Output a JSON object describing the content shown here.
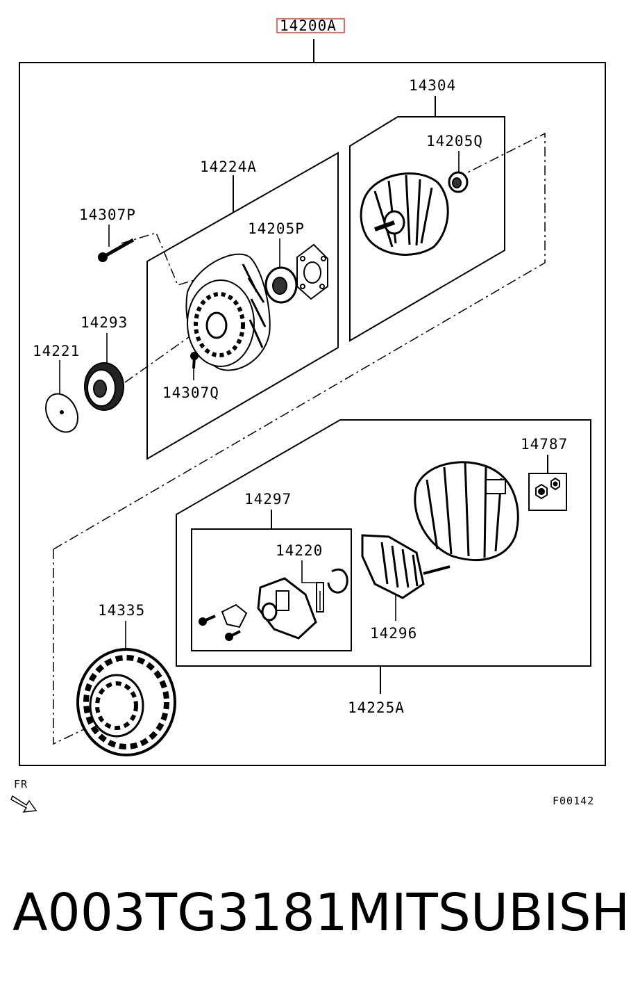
{
  "diagram": {
    "assembly_label": "14200A",
    "labels": {
      "l14304": "14304",
      "l14205Q": "14205Q",
      "l14224A": "14224A",
      "l14307P": "14307P",
      "l14205P": "14205P",
      "l14293": "14293",
      "l14221": "14221",
      "l14307Q": "14307Q",
      "l14787": "14787",
      "l14297": "14297",
      "l14220": "14220",
      "l14296": "14296",
      "l14335": "14335",
      "l14225A": "14225A"
    },
    "front_marker": "FR",
    "figure_code": "F00142",
    "highlight_color": "#e53935"
  },
  "caption": {
    "part_number": "A003TG3181",
    "brand": "MITSUBISHI"
  }
}
